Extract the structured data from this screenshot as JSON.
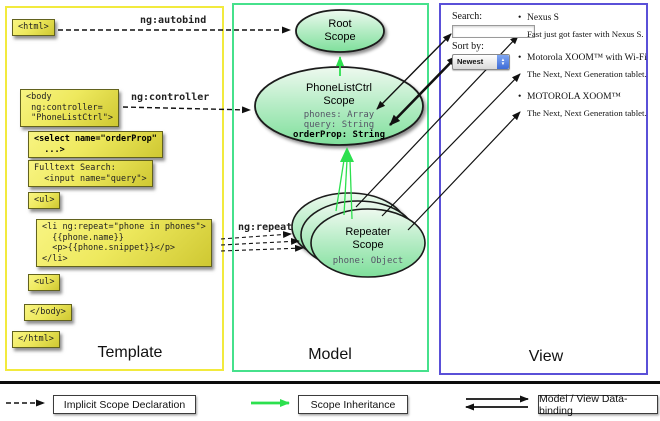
{
  "panels": {
    "template": {
      "label": "Template"
    },
    "model": {
      "label": "Model"
    },
    "view": {
      "label": "View"
    }
  },
  "template_boxes": [
    {
      "text": "<html>"
    },
    {
      "text": "<body\n ng:controller=\n \"PhoneListCtrl\">"
    },
    {
      "text": "<select name=\"orderProp\"\n  ...>"
    },
    {
      "text": "Fulltext Search:\n  <input name=\"query\">"
    },
    {
      "text": "<ul>"
    },
    {
      "text": "<li ng:repeat=\"phone in phones\">\n  {{phone.name}}\n  <p>{{phone.snippet}}</p>\n</li>"
    },
    {
      "text": "<ul>"
    },
    {
      "text": "</body>"
    },
    {
      "text": "</html>"
    }
  ],
  "arrow_labels": {
    "autobind": "ng:autobind",
    "controller": "ng:controller",
    "repeat": "ng:repeat"
  },
  "model": {
    "root_scope": {
      "title": "Root\nScope"
    },
    "phone_list_ctrl": {
      "title": "PhoneListCtrl\nScope",
      "props": "phones: Array\nquery: String",
      "bold_prop": "orderProp: String"
    },
    "repeater": {
      "title": "Repeater\nScope",
      "prop": "phone: Object"
    }
  },
  "view": {
    "search_label": "Search:",
    "search_value": "",
    "sort_label": "Sort by:",
    "sort_value": "Newest",
    "items": [
      {
        "name": "Nexus S",
        "snippet": "Fast just got faster with Nexus S."
      },
      {
        "name": "Motorola XOOM™ with Wi-Fi",
        "snippet": "The Next, Next Generation tablet."
      },
      {
        "name": "MOTOROLA XOOM™",
        "snippet": "The Next, Next Generation tablet."
      }
    ]
  },
  "legend": {
    "implicit": "Implicit Scope Declaration",
    "inheritance": "Scope Inheritance",
    "databinding": "Model / View Data-binding"
  },
  "colors": {
    "template_border": "#f2ea3d",
    "model_border": "#46e18c",
    "view_border": "#5a50d8",
    "scope_green": "#7fdf9b",
    "arrow_green": "#2ce04e",
    "code_yellow": "#eee95e"
  }
}
